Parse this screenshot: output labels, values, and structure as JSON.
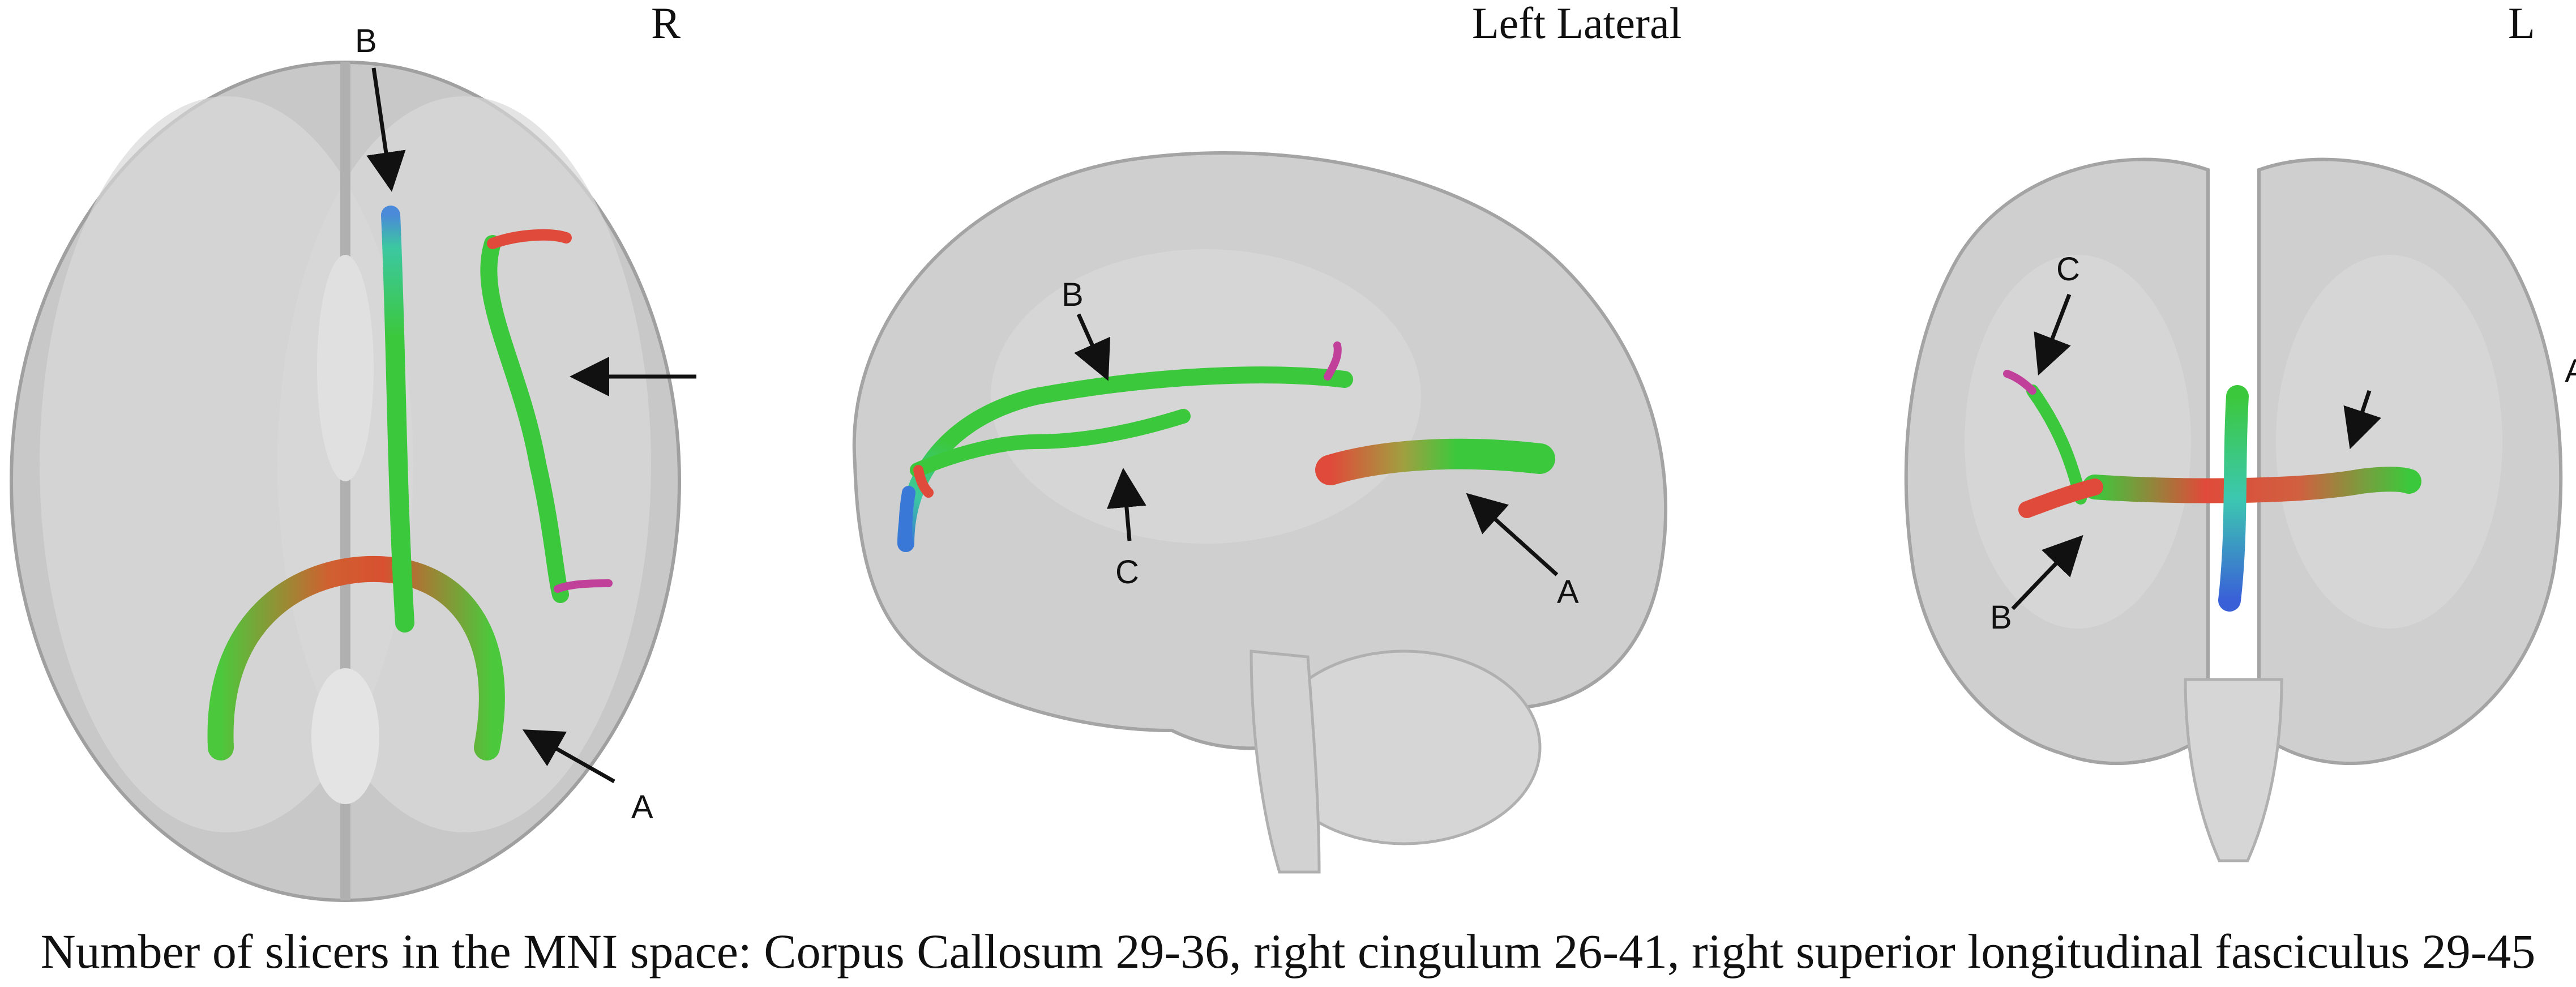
{
  "view_labels": {
    "right": "R",
    "lateral": "Left Lateral",
    "left": "L"
  },
  "markers": {
    "a": "A",
    "b": "B",
    "c": "C"
  },
  "caption": "Number of slicers in the MNI space: Corpus Callosum 29-36, right cingulum 26-41, right superior longitudinal fasciculus 29-45",
  "colors": {
    "brain": "#9a9a9a",
    "tract_green": "#3cc83c",
    "tract_red": "#e04a3a",
    "tract_blue": "#3a78d8",
    "tract_magenta": "#c0409a",
    "arrow": "#111111"
  }
}
